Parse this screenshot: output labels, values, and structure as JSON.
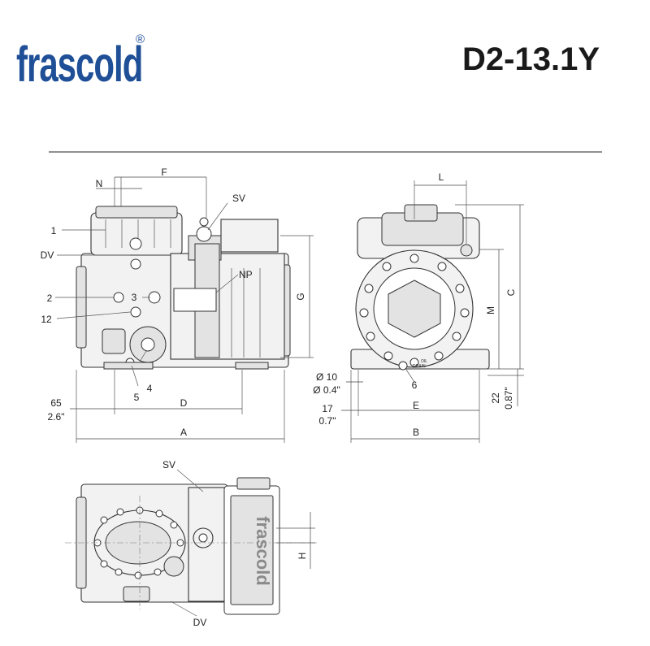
{
  "header": {
    "brand": "frascold",
    "registered": "®",
    "model": "D2-13.1Y"
  },
  "labels": {
    "N": "N",
    "F": "F",
    "SV": "SV",
    "one": "1",
    "DV": "DV",
    "NP": "NP",
    "two": "2",
    "three": "3",
    "twelve": "12",
    "four": "4",
    "five": "5",
    "G": "G",
    "L": "L",
    "C": "C",
    "M": "M",
    "six": "6",
    "oil_drain_1": "OIL",
    "oil_drain_2": "DRAIN",
    "d10": "Ø 10",
    "d04": "Ø 0.4\"",
    "sixty_five": "65",
    "two_six": "2.6\"",
    "D": "D",
    "A": "A",
    "seventeen": "17",
    "zero_seven": "0.7\"",
    "E": "E",
    "B": "B",
    "twenty_two": "22",
    "zero_eight_seven": "0.87\"",
    "SV_bottom": "SV",
    "H": "H",
    "DV_bottom": "DV",
    "motor_logo": "frascold"
  }
}
